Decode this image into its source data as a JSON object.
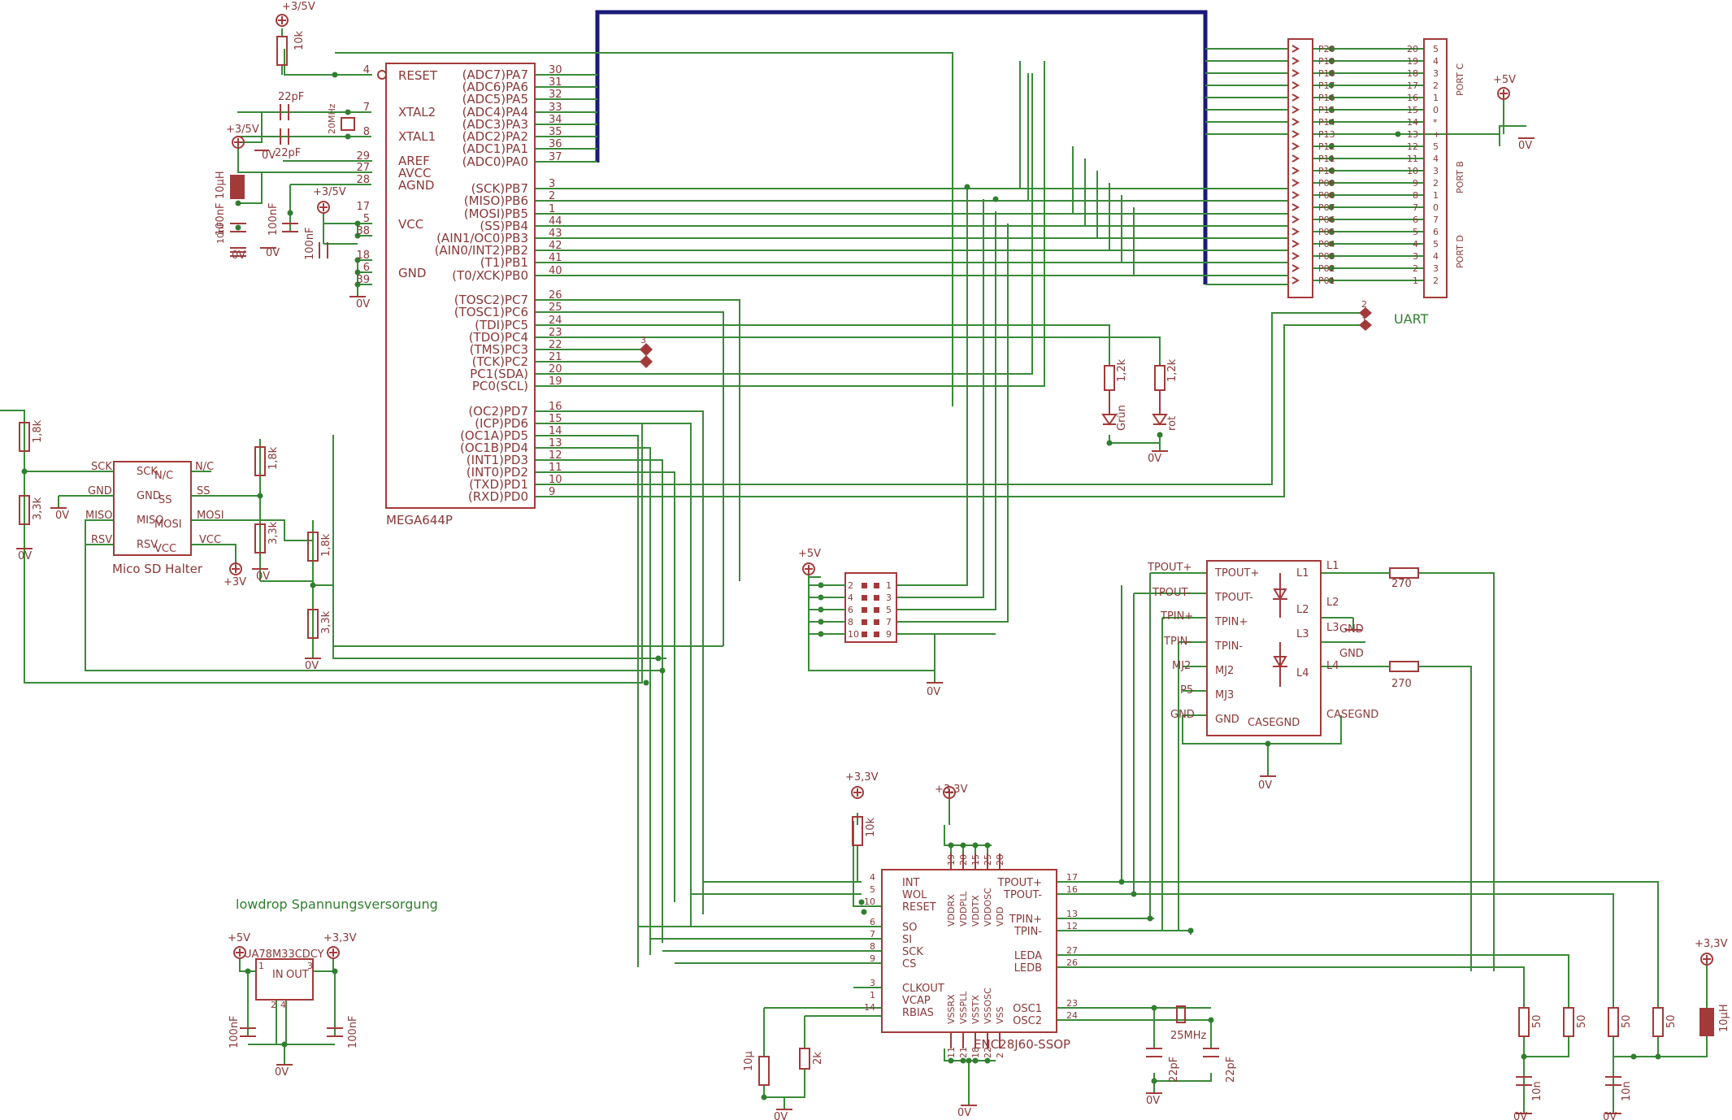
{
  "mcu": {
    "name": "MEGA644P",
    "left_pins": [
      "RESET",
      "XTAL2",
      "XTAL1",
      "AREF",
      "AVCC",
      "AGND",
      "VCC",
      "GND"
    ],
    "left_nums": [
      "4",
      "7",
      "8",
      "29",
      "27",
      "28",
      "17",
      "5",
      "38",
      "18",
      "6",
      "39"
    ],
    "right_pins": [
      "(ADC7)PA7",
      "(ADC6)PA6",
      "(ADC5)PA5",
      "(ADC4)PA4",
      "(ADC3)PA3",
      "(ADC2)PA2",
      "(ADC1)PA1",
      "(ADC0)PA0",
      "(SCK)PB7",
      "(MISO)PB6",
      "(MOSI)PB5",
      "(SS)PB4",
      "(AIN1/OC0)PB3",
      "(AIN0/INT2)PB2",
      "(T1)PB1",
      "(T0/XCK)PB0",
      "(TOSC2)PC7",
      "(TOSC1)PC6",
      "(TDI)PC5",
      "(TDO)PC4",
      "(TMS)PC3",
      "(TCK)PC2",
      "PC1(SDA)",
      "PC0(SCL)",
      "(OC2)PD7",
      "(ICP)PD6",
      "(OC1A)PD5",
      "(OC1B)PD4",
      "(INT1)PD3",
      "(INT0)PD2",
      "(TXD)PD1",
      "(RXD)PD0"
    ],
    "right_nums": [
      "30",
      "31",
      "32",
      "33",
      "34",
      "35",
      "36",
      "37",
      "3",
      "2",
      "1",
      "44",
      "43",
      "42",
      "41",
      "40",
      "26",
      "25",
      "24",
      "23",
      "22",
      "21",
      "20",
      "19",
      "16",
      "15",
      "14",
      "13",
      "12",
      "11",
      "10",
      "9"
    ]
  },
  "enc": {
    "name": "ENC28J60-SSOP",
    "left_pins": [
      "INT",
      "WOL",
      "RESET",
      "SO",
      "SI",
      "SCK",
      "CS",
      "CLKOUT",
      "VCAP",
      "RBIAS"
    ],
    "left_nums": [
      "4",
      "5",
      "10",
      "6",
      "7",
      "8",
      "9",
      "3",
      "1",
      "14"
    ],
    "right_pins": [
      "TPOUT+",
      "TPOUT-",
      "TPIN+",
      "TPIN-",
      "LEDA",
      "LEDB",
      "OSC1",
      "OSC2"
    ],
    "right_nums": [
      "17",
      "16",
      "13",
      "12",
      "27",
      "26",
      "23",
      "24"
    ],
    "top_pins": [
      "VDDRX",
      "VDDPLL",
      "VDDTX",
      "VDDOSC",
      "VDD"
    ],
    "top_nums": [
      "19",
      "20",
      "15",
      "25",
      "28"
    ],
    "bottom_pins": [
      "VSSRX",
      "VSSPLL",
      "VSSTX",
      "VSSOSC",
      "VSS"
    ],
    "bottom_nums": [
      "11",
      "21",
      "18",
      "22",
      "2"
    ]
  },
  "magjack": {
    "left_pins": [
      "TPOUT+",
      "TPOUT-",
      "TPIN+",
      "TPIN-",
      "MJ2",
      "MJ3",
      "GND"
    ],
    "right_pins": [
      "L1",
      "L2",
      "L3",
      "L4"
    ],
    "bottom_label": "CASEGND",
    "wire_labels": [
      "TPOUT+",
      "TPOUT-",
      "TPIN+",
      "TPIN-",
      "MJ2",
      "P5",
      "GND",
      "L1",
      "L2",
      "L3",
      "L4",
      "CASEGND",
      "GND",
      "GND"
    ]
  },
  "sd": {
    "name": "Mico SD Halter",
    "pins_left": [
      "SCK",
      "GND",
      "MISO",
      "RSV"
    ],
    "pins_right": [
      "N/C",
      "SS",
      "MOSI",
      "VCC"
    ],
    "outer_labels": [
      "SCK",
      "GND",
      "MISO",
      "RSV",
      "N/C",
      "SS",
      "MOSI",
      "VCC"
    ]
  },
  "connector": {
    "p_labels": [
      "P20",
      "P19",
      "P18",
      "P17",
      "P16",
      "P15",
      "P14",
      "P13",
      "P12",
      "P11",
      "P10",
      "P09",
      "P08",
      "P07",
      "P06",
      "P05",
      "P04",
      "P03",
      "P02",
      "P01"
    ],
    "nums": [
      "20",
      "19",
      "18",
      "17",
      "16",
      "15",
      "14",
      "13",
      "12",
      "11",
      "10",
      "9",
      "8",
      "7",
      "6",
      "5",
      "4",
      "3",
      "2",
      "1"
    ],
    "header_pins": [
      "5",
      "4",
      "3",
      "2",
      "1",
      "0",
      "*",
      "+",
      "5",
      "4",
      "3",
      "2",
      "1",
      "0",
      "7",
      "6",
      "5",
      "4",
      "3",
      "2"
    ],
    "ports": [
      "PORT C",
      "PORT B",
      "PORT D"
    ]
  },
  "jtag": {
    "left_nums": [
      "2",
      "4",
      "6",
      "8",
      "10"
    ],
    "right_nums": [
      "1",
      "3",
      "5",
      "7",
      "9"
    ]
  },
  "reg": {
    "name": "UA78M33CDCY",
    "in": "IN",
    "out": "OUT",
    "pin_nums": [
      "1",
      "3",
      "2",
      "4"
    ],
    "title": "lowdrop Spannungsversorgung"
  },
  "supplies": {
    "v35": "+3/5V",
    "v5": "+5V",
    "v33": "+3,3V",
    "v3": "+3V",
    "gnd": "0V"
  },
  "values": {
    "r_10k": "10k",
    "c_22pf": "22pF",
    "xtal20": "20MHz",
    "l_10uh": "10µH",
    "c_10nf": "10nF",
    "c_100nf": "100nF",
    "r_18k": "1,8k",
    "r_33k": "3,3k",
    "r_12k": "1,2k",
    "r_270": "270",
    "r_2k": "2k",
    "c_10u": "10µ",
    "xtal25": "25MHz",
    "r_50": "50",
    "c_10n": "10n"
  },
  "leds": [
    "Grün",
    "rot"
  ],
  "uart": {
    "label": "UART",
    "pins": [
      "2",
      "1"
    ]
  },
  "tp": "3"
}
